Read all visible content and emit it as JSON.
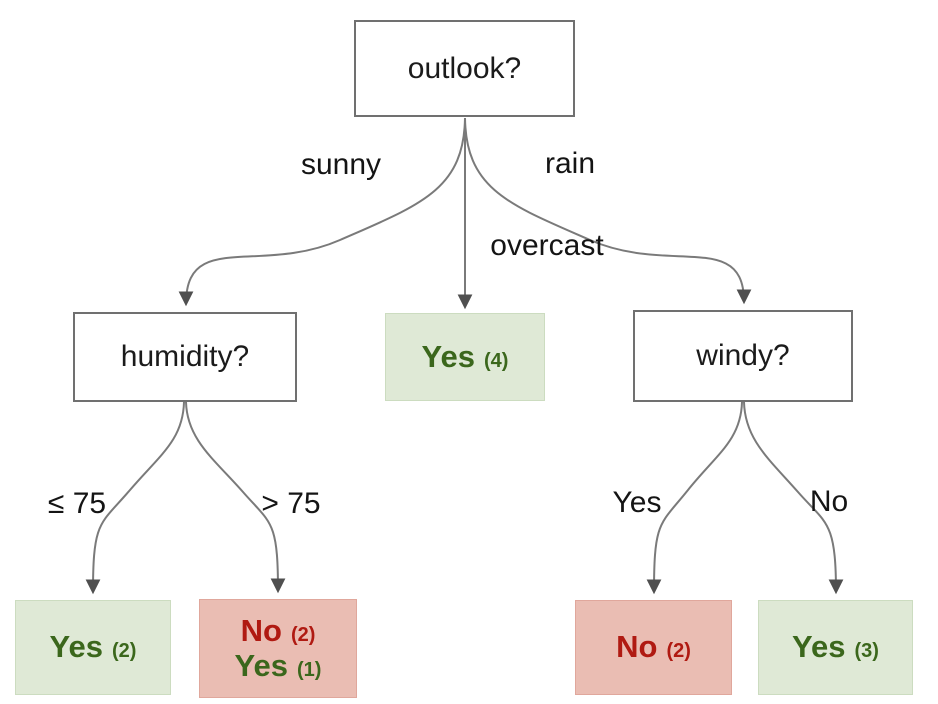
{
  "diagram_type": "decision-tree",
  "nodes": {
    "outlook": "outlook?",
    "humidity": "humidity?",
    "windy": "windy?"
  },
  "edge_labels": {
    "sunny": "sunny",
    "overcast": "overcast",
    "rain": "rain",
    "le75": "≤ 75",
    "gt75": "> 75",
    "windy_yes": "Yes",
    "windy_no": "No"
  },
  "leaves": {
    "overcast": {
      "l1_verdict": "Yes",
      "l1_count": "(4)"
    },
    "hum_le75": {
      "l1_verdict": "Yes",
      "l1_count": "(2)"
    },
    "hum_gt75": {
      "l1_verdict": "No",
      "l1_count": "(2)",
      "l2_verdict": "Yes",
      "l2_count": "(1)"
    },
    "windy_yes": {
      "l1_verdict": "No",
      "l1_count": "(2)"
    },
    "windy_no": {
      "l1_verdict": "Yes",
      "l1_count": "(3)"
    }
  },
  "colors": {
    "leaf_green_bg": "#dfe9d6",
    "leaf_red_bg": "#eabdb3",
    "text_green": "#3b671c",
    "text_red": "#b01a12",
    "edge_color": "#7a7a7a",
    "arrow_color": "#4f4f4f",
    "node_border": "#707070",
    "node_text": "#1b1b1b"
  }
}
